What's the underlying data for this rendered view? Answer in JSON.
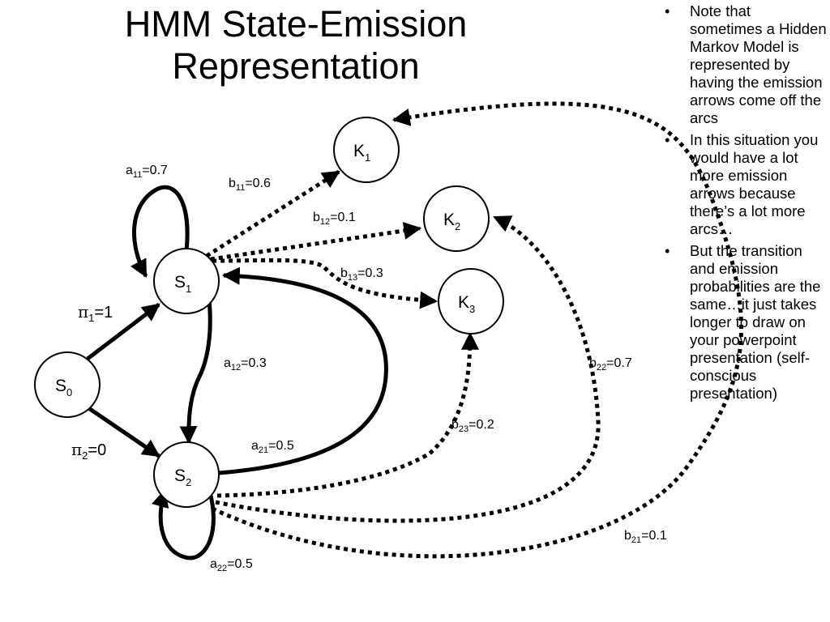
{
  "slide": {
    "title_lines": [
      "HMM State-Emission",
      "Representation"
    ]
  },
  "diagram": {
    "nodes": {
      "S0": {
        "base": "S",
        "sub": "0"
      },
      "S1": {
        "base": "S",
        "sub": "1"
      },
      "S2": {
        "base": "S",
        "sub": "2"
      },
      "K1": {
        "base": "K",
        "sub": "1"
      },
      "K2": {
        "base": "K",
        "sub": "2"
      },
      "K3": {
        "base": "K",
        "sub": "3"
      }
    },
    "labels": {
      "pi1": {
        "base": "π",
        "sub": "1",
        "value": "=1"
      },
      "pi2": {
        "base": "π",
        "sub": "2",
        "value": "=0"
      },
      "a11": {
        "base": "a",
        "sub": "11",
        "value": "=0.7"
      },
      "a12": {
        "base": "a",
        "sub": "12",
        "value": "=0.3"
      },
      "a21": {
        "base": "a",
        "sub": "21",
        "value": "=0.5"
      },
      "a22": {
        "base": "a",
        "sub": "22",
        "value": "=0.5"
      },
      "b11": {
        "base": "b",
        "sub": "11",
        "value": "=0.6"
      },
      "b12": {
        "base": "b",
        "sub": "12",
        "value": "=0.1"
      },
      "b13": {
        "base": "b",
        "sub": "13",
        "value": "=0.3"
      },
      "b21": {
        "base": "b",
        "sub": "21",
        "value": "=0.1"
      },
      "b22": {
        "base": "b",
        "sub": "22",
        "value": "=0.7"
      },
      "b23": {
        "base": "b",
        "sub": "23",
        "value": "=0.2"
      }
    }
  },
  "notes": {
    "bullet_symbol": "•",
    "bullets": [
      "Note that sometimes a Hidden Markov Model is represented by having the emission arrows come off the arcs",
      "In this situation you would have a lot more emission arrows because there’s a lot more arcs…",
      "But the transition and emission probabilities are the same…it just takes longer to draw on your powerpoint presentation (self-conscious presentation)"
    ]
  }
}
